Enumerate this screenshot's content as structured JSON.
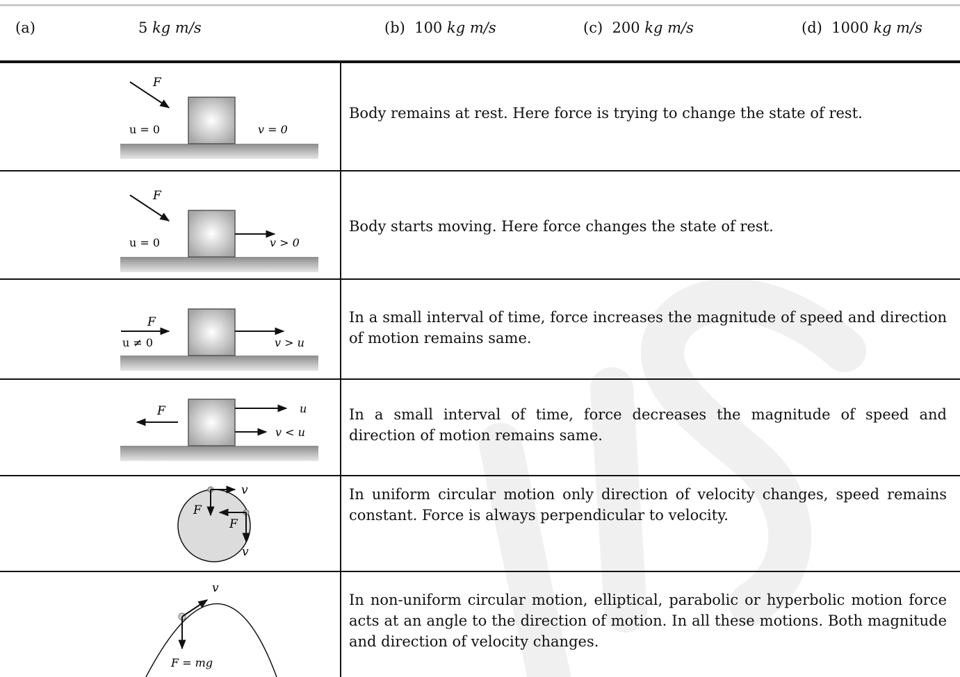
{
  "options": [
    {
      "label": "(a)",
      "num": "5",
      "unit": "kg m/s"
    },
    {
      "label": "(b)",
      "num": "100",
      "unit": "kg m/s"
    },
    {
      "label": "(c)",
      "num": "200",
      "unit": "kg m/s"
    },
    {
      "label": "(d)",
      "num": "1000",
      "unit": "kg m/s"
    }
  ],
  "rows": [
    {
      "description": "Body remains at rest. Here force is trying to change the state of rest.",
      "labels": {
        "force": "F",
        "initial": "u = 0",
        "final": "v = 0"
      }
    },
    {
      "description": "Body starts moving. Here force changes the state of rest.",
      "labels": {
        "force": "F",
        "initial": "u = 0",
        "final": "v > 0"
      }
    },
    {
      "description": "In a small interval of time, force increases the magnitude of speed and direction of motion remains same.",
      "labels": {
        "force": "F",
        "initial": "u ≠ 0",
        "final": "v > u"
      }
    },
    {
      "description": "In a small interval of time, force decreases the magnitude of speed and direction of motion remains same.",
      "labels": {
        "force": "F",
        "initial": "u",
        "final": "v < u"
      }
    },
    {
      "description": "In uniform circular motion only direction of velocity changes, speed remains constant. Force is always perpendicular to velocity.",
      "labels": {
        "force_top": "F",
        "velocity_top": "v",
        "force_right": "F",
        "velocity_bottom": "v"
      }
    },
    {
      "description": "In non-uniform circular motion, elliptical, parabolic or hyperbolic motion force acts at an angle to the direction of motion. In all these motions. Both magnitude and direction of velocity changes.",
      "labels": {
        "velocity": "v",
        "force": "F = mg"
      }
    }
  ],
  "colors": {
    "rule": "#111111",
    "top_rule": "#c8c8c8",
    "block_edge": "#555555",
    "ground": "#9a9a9a",
    "watermark": "#f0f0f0"
  }
}
